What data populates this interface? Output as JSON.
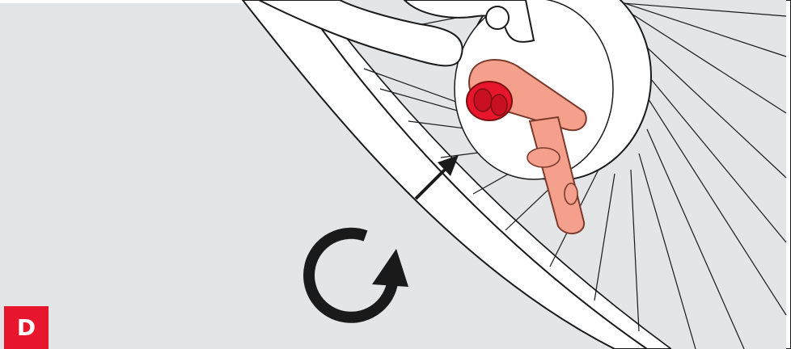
{
  "step": {
    "letter": "D"
  },
  "colors": {
    "background": "#e4e5e7",
    "line": "#1a1a1a",
    "part_fill": "#f4a08c",
    "part_stroke": "#7a3a2c",
    "cap_fill": "#e8162c",
    "badge": "#e8162c"
  },
  "icons": {
    "rotation": "clockwise-rotation-arrow",
    "direction": "diagonal-push-arrow"
  }
}
